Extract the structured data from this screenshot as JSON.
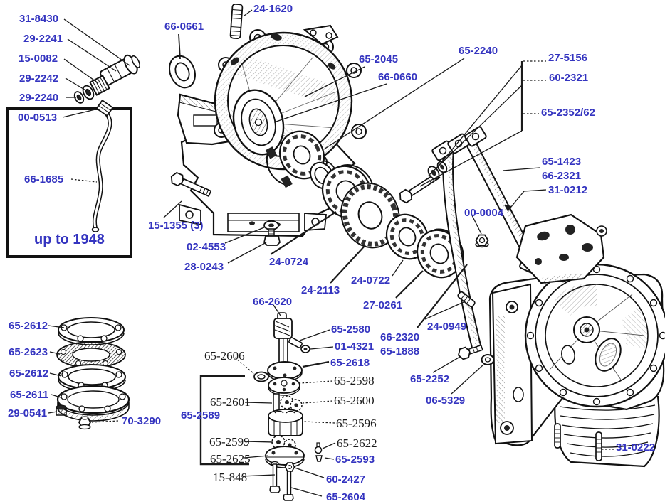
{
  "colors": {
    "label_blue": "#3434c0",
    "line_black": "#1a1a1a",
    "background": "#ffffff"
  },
  "diagram_note": "up to 1948",
  "labels": [
    {
      "text": "31-8430",
      "style": "blue"
    },
    {
      "text": "29-2241",
      "style": "blue"
    },
    {
      "text": "15-0082",
      "style": "blue"
    },
    {
      "text": "29-2242",
      "style": "blue"
    },
    {
      "text": "29-2240",
      "style": "blue"
    },
    {
      "text": "00-0513",
      "style": "blue"
    },
    {
      "text": "66-1685",
      "style": "blue"
    },
    {
      "text": "up to 1948",
      "style": "note"
    },
    {
      "text": "66-0661",
      "style": "blue"
    },
    {
      "text": "24-1620",
      "style": "blue"
    },
    {
      "text": "65-2045",
      "style": "blue"
    },
    {
      "text": "66-0660",
      "style": "blue"
    },
    {
      "text": "65-2240",
      "style": "blue"
    },
    {
      "text": "27-5156",
      "style": "blue"
    },
    {
      "text": "60-2321",
      "style": "blue"
    },
    {
      "text": "65-2352/62",
      "style": "blue"
    },
    {
      "text": "65-1423",
      "style": "blue"
    },
    {
      "text": "66-2321",
      "style": "blue"
    },
    {
      "text": "31-0212",
      "style": "blue"
    },
    {
      "text": "00-0004",
      "style": "blue"
    },
    {
      "text": "15-1355 (3)",
      "style": "blue"
    },
    {
      "text": "02-4553",
      "style": "blue"
    },
    {
      "text": "28-0243",
      "style": "blue"
    },
    {
      "text": "24-0724",
      "style": "blue"
    },
    {
      "text": "24-2113",
      "style": "blue"
    },
    {
      "text": "66-2620",
      "style": "blue"
    },
    {
      "text": "24-0722",
      "style": "blue"
    },
    {
      "text": "27-0261",
      "style": "blue"
    },
    {
      "text": "24-0949",
      "style": "blue"
    },
    {
      "text": "66-2320",
      "style": "blue"
    },
    {
      "text": "65-1888",
      "style": "blue"
    },
    {
      "text": "65-2580",
      "style": "blue"
    },
    {
      "text": "01-4321",
      "style": "blue"
    },
    {
      "text": "65-2618",
      "style": "blue"
    },
    {
      "text": "65-2589",
      "style": "blue"
    },
    {
      "text": "65-2593",
      "style": "blue"
    },
    {
      "text": "60-2427",
      "style": "blue"
    },
    {
      "text": "65-2604",
      "style": "blue"
    },
    {
      "text": "65-2612",
      "style": "blue"
    },
    {
      "text": "65-2623",
      "style": "blue"
    },
    {
      "text": "65-2612",
      "style": "blue"
    },
    {
      "text": "65-2611",
      "style": "blue"
    },
    {
      "text": "29-0541",
      "style": "blue"
    },
    {
      "text": "70-3290",
      "style": "blue"
    },
    {
      "text": "65-2252",
      "style": "blue"
    },
    {
      "text": "06-5329",
      "style": "blue"
    },
    {
      "text": "31-0222",
      "style": "blue"
    },
    {
      "text": "65-2606",
      "style": "black-serif"
    },
    {
      "text": "65-2598",
      "style": "black-serif"
    },
    {
      "text": "65-2601",
      "style": "black-serif"
    },
    {
      "text": "65-2600",
      "style": "black-serif"
    },
    {
      "text": "65-2596",
      "style": "black-serif"
    },
    {
      "text": "65-2599",
      "style": "black-serif"
    },
    {
      "text": "65-2622",
      "style": "black-serif"
    },
    {
      "text": "65-2625",
      "style": "black-serif"
    },
    {
      "text": "15-848",
      "style": "black-serif"
    }
  ]
}
